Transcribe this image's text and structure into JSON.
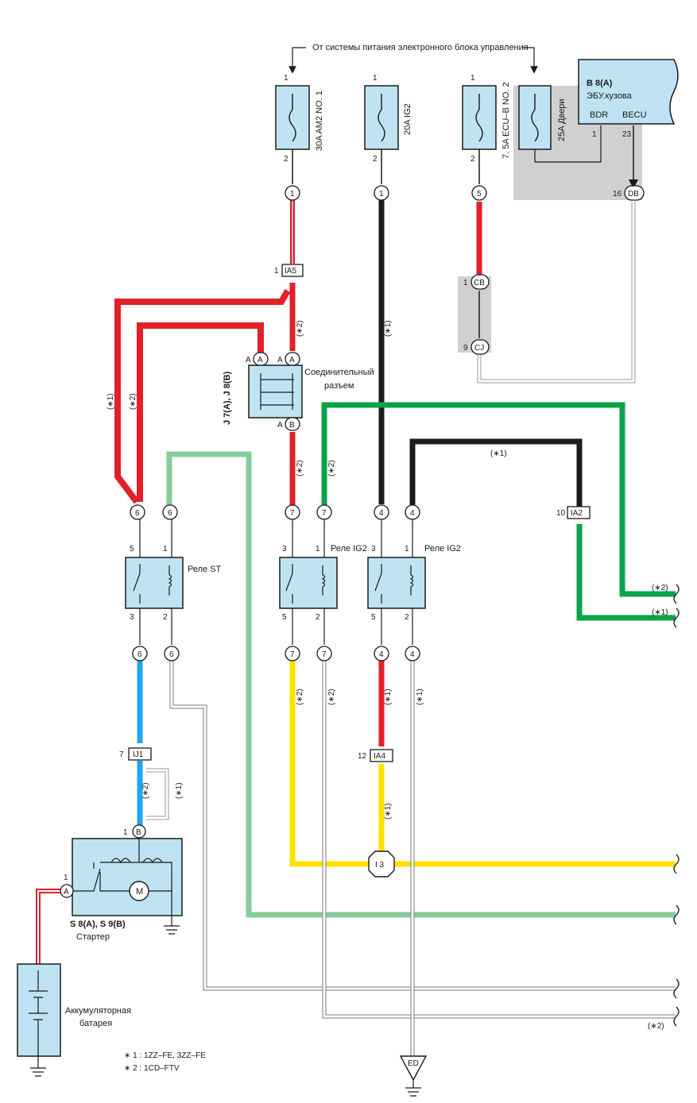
{
  "header": {
    "power_source_label": "От системы питания электронного блока управления"
  },
  "fuses": [
    {
      "id": "am2",
      "label": "30A AM2 NO. 1",
      "pin_top": "1",
      "pin_bottom": "2"
    },
    {
      "id": "ig2",
      "label": "20A IG2",
      "pin_top": "1",
      "pin_bottom": "2"
    },
    {
      "id": "ecub",
      "label": "7. 5A ECU–B NO. 2",
      "pin_top": "1",
      "pin_bottom": "2"
    },
    {
      "id": "doors",
      "label": "25A Двери"
    }
  ],
  "body_ecu": {
    "code": "B 8(A)",
    "name": "ЭБУ.кузова",
    "pin1_label": "BDR",
    "pin2_label": "BECU",
    "pin1": "1",
    "pin2": "23"
  },
  "connectors": {
    "am2_out": "1",
    "ig2_out": "1",
    "ecub_out": "5",
    "db": "DB",
    "db_pin": "16",
    "cb": "CB",
    "cb_pin": "1",
    "cj": "CJ",
    "cj_pin": "9",
    "ia5": "IA5",
    "ia5_pin": "1",
    "ia2": "IA2",
    "ia2_pin": "10",
    "ij1": "IJ1",
    "ij1_pin": "7",
    "ia4": "IA4",
    "ia4_pin": "12",
    "a": "A",
    "b": "B",
    "six": "6",
    "seven": "7",
    "four": "4",
    "i3": "I 3",
    "ed": "ED"
  },
  "junction": {
    "code": "J 7(A), J 8(B)",
    "name_line1": "Соединительный",
    "name_line2": "разъем"
  },
  "relays": [
    {
      "id": "st",
      "label": "Реле ST",
      "pins": [
        "5",
        "1",
        "3",
        "2"
      ]
    },
    {
      "id": "ig2a",
      "label": "Реле IG2",
      "pins": [
        "3",
        "1",
        "5",
        "2"
      ]
    },
    {
      "id": "ig2b",
      "label": "Реле IG2",
      "pins": [
        "3",
        "1",
        "5",
        "2"
      ]
    }
  ],
  "wire_notes": {
    "n1": "(∗1)",
    "n2": "(∗2)"
  },
  "starter": {
    "code": "S 8(A), S 9(B)",
    "name": "Стартер",
    "motor": "M"
  },
  "battery": {
    "line1": "Аккумуляторная",
    "line2": "батарея"
  },
  "legend": {
    "line1": "∗ 1 : 1ZZ–FE,  3ZZ–FE",
    "line2": "∗ 2 : 1CD–FTV"
  },
  "colors": {
    "red": "#e2202a",
    "black": "#1c1c1c",
    "green": "#0aa34a",
    "light_green": "#86cc9a",
    "yellow": "#ffe100",
    "blue": "#1ea7e8",
    "component_fill": "#bfe3f3",
    "shade": "#d0d0d0"
  }
}
